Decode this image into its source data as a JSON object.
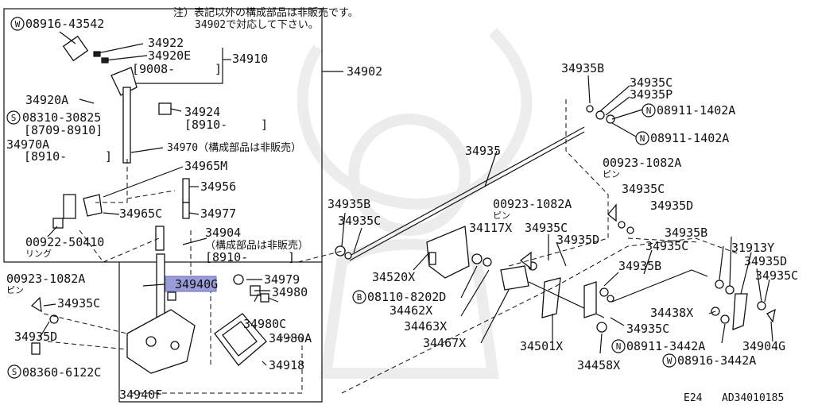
{
  "note": {
    "line1": "注）表記以外の構成部品は非販売です。",
    "line2": "34902で対応して下さい。"
  },
  "labels": {
    "w08916_43542": "08916-43542",
    "p34922": "34922",
    "p34920E": "34920E",
    "p34910": "34910",
    "d9008": "[9008-",
    "d9008_end": "]",
    "p34902": "34902",
    "p34920A": "34920A",
    "s08310_30825": "08310-30825",
    "d8709_8910": "[8709-8910]",
    "p34924": "34924",
    "d8910_a": "[8910-",
    "d8910_a_end": "]",
    "p34970A": "34970A",
    "d8910_b": "[8910-",
    "d8910_b_end": "]",
    "p34970": "34970（構成部品は非販売）",
    "p34965M": "34965M",
    "p34956": "34956",
    "p34965C": "34965C",
    "p34977": "34977",
    "p00922_50410": "00922-50410",
    "ring": "リング",
    "p34904": "34904",
    "p34904_note": "（構成部品は非販売）",
    "d8910_c": "[8910-",
    "d8910_c_end": "]",
    "p34940G": "34940G",
    "p34979": "34979",
    "p34980": "34980",
    "p00923_left": "00923-1082A",
    "pin_left": "ピン",
    "p34935C_left": "34935C",
    "p34935D_left": "34935D",
    "s08360_6122C": "08360-6122C",
    "p34980C": "34980C",
    "p34980A": "34980A",
    "p34918": "34918",
    "p34940F": "34940F",
    "p34935B_top": "34935B",
    "p34935C_top": "34935C",
    "p34935P": "34935P",
    "n08911_1402A_1": "08911-1402A",
    "n08911_1402A_2": "08911-1402A",
    "p34935": "34935",
    "p00923_right": "00923-1082A",
    "pin_right": "ピン",
    "p34935B_mid": "34935B",
    "p34935C_mid": "34935C",
    "p00923_mid": "00923-1082A",
    "pin_mid": "ピン",
    "p34935C_r1": "34935C",
    "p34935D_r1": "34935D",
    "p34117X": "34117X",
    "p34935C_c": "34935C",
    "p34935D_c": "34935D",
    "p34935B_r": "34935B",
    "p34935C_r2": "34935C",
    "p31913Y": "31913Y",
    "p34935D_r2": "34935D",
    "p34935C_r3": "34935C",
    "p34520X": "34520X",
    "p34935B_low": "34935B",
    "b08110_8202D": "08110-8202D",
    "p34462X": "34462X",
    "p34463X": "34463X",
    "p34467X": "34467X",
    "p34501X": "34501X",
    "p34935C_low": "34935C",
    "p34438X": "34438X",
    "n08911_3442A": "08911-3442A",
    "w08916_3442A": "08916-3442A",
    "p34904G": "34904G",
    "p34458X": "34458X",
    "footer_left": "E24",
    "footer_right": "AD34010185"
  },
  "markers": {
    "W": "W",
    "S": "S",
    "N": "N",
    "B": "B"
  },
  "highlight_color": "#9a9cd8"
}
